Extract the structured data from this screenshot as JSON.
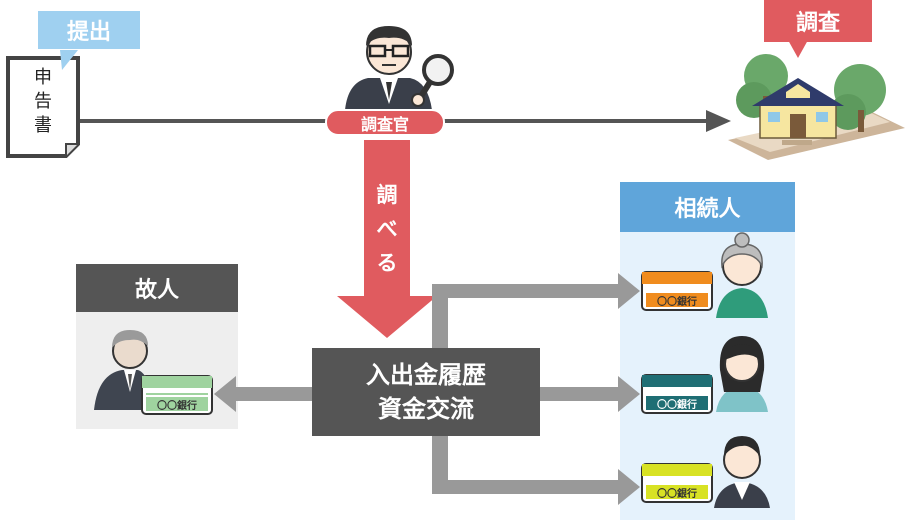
{
  "submission": {
    "tag": "提出",
    "document_chars": [
      "申",
      "告",
      "書"
    ]
  },
  "inspector": {
    "label": "調査官"
  },
  "investigation": {
    "tag": "調査"
  },
  "research": {
    "chars": [
      "調",
      "べ",
      "る"
    ]
  },
  "deceased": {
    "title": "故人",
    "bank": "〇〇銀行"
  },
  "center": {
    "line1": "入出金履歴",
    "line2": "資金交流"
  },
  "heirs": {
    "title": "相続人",
    "cards": [
      {
        "bank": "〇〇銀行",
        "color": "#f08c1e"
      },
      {
        "bank": "〇〇銀行",
        "color": "#1f6e74"
      },
      {
        "bank": "〇〇銀行",
        "color": "#d8e224"
      }
    ]
  },
  "colors": {
    "accent_red": "#e05b5f",
    "label_blue": "#9fd0f0",
    "dark_box": "#555555",
    "heir_header": "#5fa5da",
    "heir_panel": "#e5f2fc",
    "arrow_gray": "#999999"
  }
}
